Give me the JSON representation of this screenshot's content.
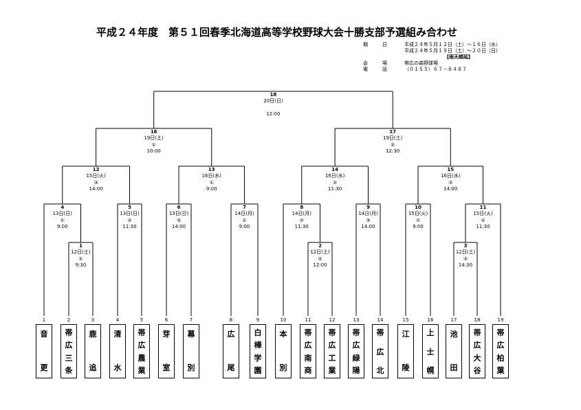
{
  "title": "平成２４年度　第５１回春季北海道高等学校野球大会十勝支部予選組み合わせ",
  "info": {
    "period_label": "期　　　日",
    "period_1": "平成２４年５月１２日（土）～１６日（水）",
    "period_2": "平成２４年５月１９日（土）～２０日（日）",
    "rain_note": "【雨天順延】",
    "venue_label": "会　　　場",
    "venue": "帯広の森野球場",
    "phone_label": "電　　　話",
    "phone": "（０１５５）６７－８４８７"
  },
  "teams": [
    {
      "num": "1",
      "name": "音更"
    },
    {
      "num": "2",
      "name": "帯広三条"
    },
    {
      "num": "3",
      "name": "鹿追"
    },
    {
      "num": "4",
      "name": "清水"
    },
    {
      "num": "5",
      "name": "帯広農業"
    },
    {
      "num": "6",
      "name": "芽室"
    },
    {
      "num": "7",
      "name": "幕別"
    },
    {
      "num": "8",
      "name": "広尾"
    },
    {
      "num": "9",
      "name": "白樺学園"
    },
    {
      "num": "10",
      "name": "本別"
    },
    {
      "num": "11",
      "name": "帯広南商"
    },
    {
      "num": "12",
      "name": "帯広工業"
    },
    {
      "num": "13",
      "name": "帯広緑陽"
    },
    {
      "num": "14",
      "name": "帯広北"
    },
    {
      "num": "15",
      "name": "江陵"
    },
    {
      "num": "16",
      "name": "上士幌"
    },
    {
      "num": "17",
      "name": "池田"
    },
    {
      "num": "18",
      "name": "帯広大谷"
    },
    {
      "num": "19",
      "name": "帯広柏葉"
    }
  ],
  "matches": [
    {
      "num": "1",
      "date": "12日(土)",
      "slot": "①",
      "time": "9:30"
    },
    {
      "num": "2",
      "date": "12日(土)",
      "slot": "②",
      "time": "12:00"
    },
    {
      "num": "3",
      "date": "12日(土)",
      "slot": "③",
      "time": "14:30"
    },
    {
      "num": "4",
      "date": "13日(日)",
      "slot": "①",
      "time": "9:00"
    },
    {
      "num": "5",
      "date": "13日(日)",
      "slot": "②",
      "time": "11:30"
    },
    {
      "num": "6",
      "date": "13日(日)",
      "slot": "③",
      "time": "14:00"
    },
    {
      "num": "7",
      "date": "14日(月)",
      "slot": "①",
      "time": "9:00"
    },
    {
      "num": "8",
      "date": "14日(月)",
      "slot": "②",
      "time": "11:30"
    },
    {
      "num": "9",
      "date": "14日(月)",
      "slot": "③",
      "time": "14:00"
    },
    {
      "num": "10",
      "date": "15日(火)",
      "slot": "①",
      "time": "9:00"
    },
    {
      "num": "11",
      "date": "15日(火)",
      "slot": "②",
      "time": "11:30"
    },
    {
      "num": "12",
      "date": "15日(火)",
      "slot": "③",
      "time": "14:00"
    },
    {
      "num": "13",
      "date": "16日(水)",
      "slot": "①",
      "time": "9:00"
    },
    {
      "num": "14",
      "date": "16日(水)",
      "slot": "②",
      "time": "11:30"
    },
    {
      "num": "15",
      "date": "16日(水)",
      "slot": "③",
      "time": "14:00"
    },
    {
      "num": "16",
      "date": "19日(土)",
      "slot": "①",
      "time": "10:00"
    },
    {
      "num": "17",
      "date": "19日(土)",
      "slot": "②",
      "time": "12:30"
    },
    {
      "num": "18",
      "date": "20日(日)",
      "slot": "",
      "time": "12:00"
    }
  ]
}
